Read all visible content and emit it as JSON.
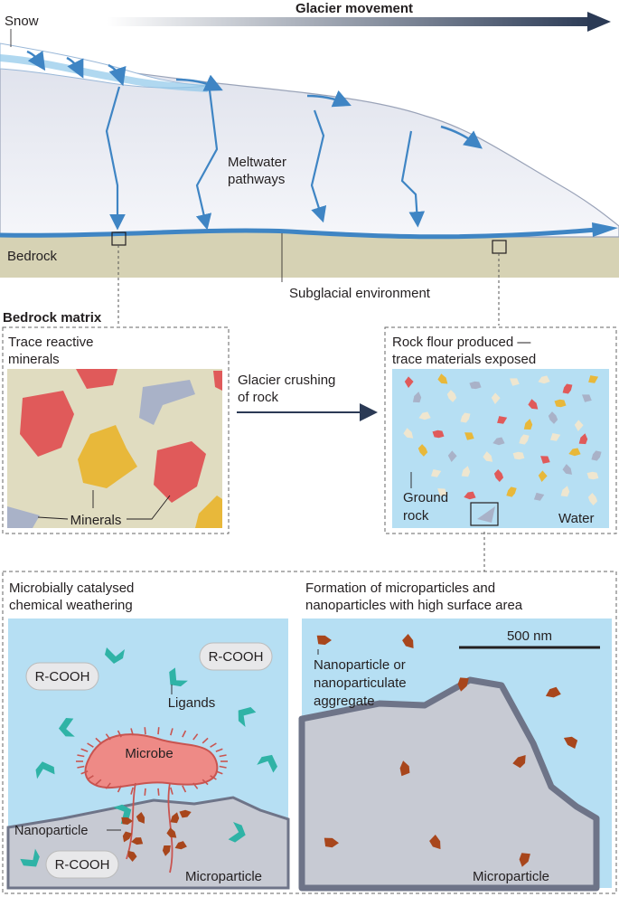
{
  "top": {
    "title": "Glacier movement",
    "snow": "Snow",
    "meltwater": [
      "Meltwater",
      "pathways"
    ],
    "bedrock": "Bedrock",
    "subglacial": "Subglacial environment"
  },
  "bedrock_matrix": {
    "heading": "Bedrock matrix",
    "trace": [
      "Trace reactive",
      "minerals"
    ],
    "minerals": "Minerals"
  },
  "crushing": [
    "Glacier crushing",
    "of rock"
  ],
  "rock_flour": {
    "title": [
      "Rock flour produced —",
      "trace materials exposed"
    ],
    "ground_rock": [
      "Ground",
      "rock"
    ],
    "water": "Water"
  },
  "weathering": {
    "title": [
      "Microbially catalysed",
      "chemical weathering"
    ],
    "rcooh": "R-COOH",
    "ligands": "Ligands",
    "microbe": "Microbe",
    "nanoparticle": "Nanoparticle",
    "microparticle": "Microparticle"
  },
  "formation": {
    "title": [
      "Formation of microparticles and",
      "nanoparticles with high surface area"
    ],
    "scale": "500 nm",
    "np_label": [
      "Nanoparticle or",
      "nanoparticulate",
      "aggregate"
    ],
    "microparticle": "Microparticle"
  },
  "colors": {
    "ice": "#e8eaf2",
    "meltwater": "#4a90c8",
    "bedrock": "#d6d2b4",
    "water": "#b6dff3",
    "red_mineral": "#e05a5a",
    "yellow_mineral": "#e8b83a",
    "grey_mineral": "#a9b2c8",
    "teal_ligand": "#2fb3a6",
    "microbe": "#ee8a86",
    "nano_brown": "#a8461c",
    "arrow_dark": "#2b3a55"
  }
}
